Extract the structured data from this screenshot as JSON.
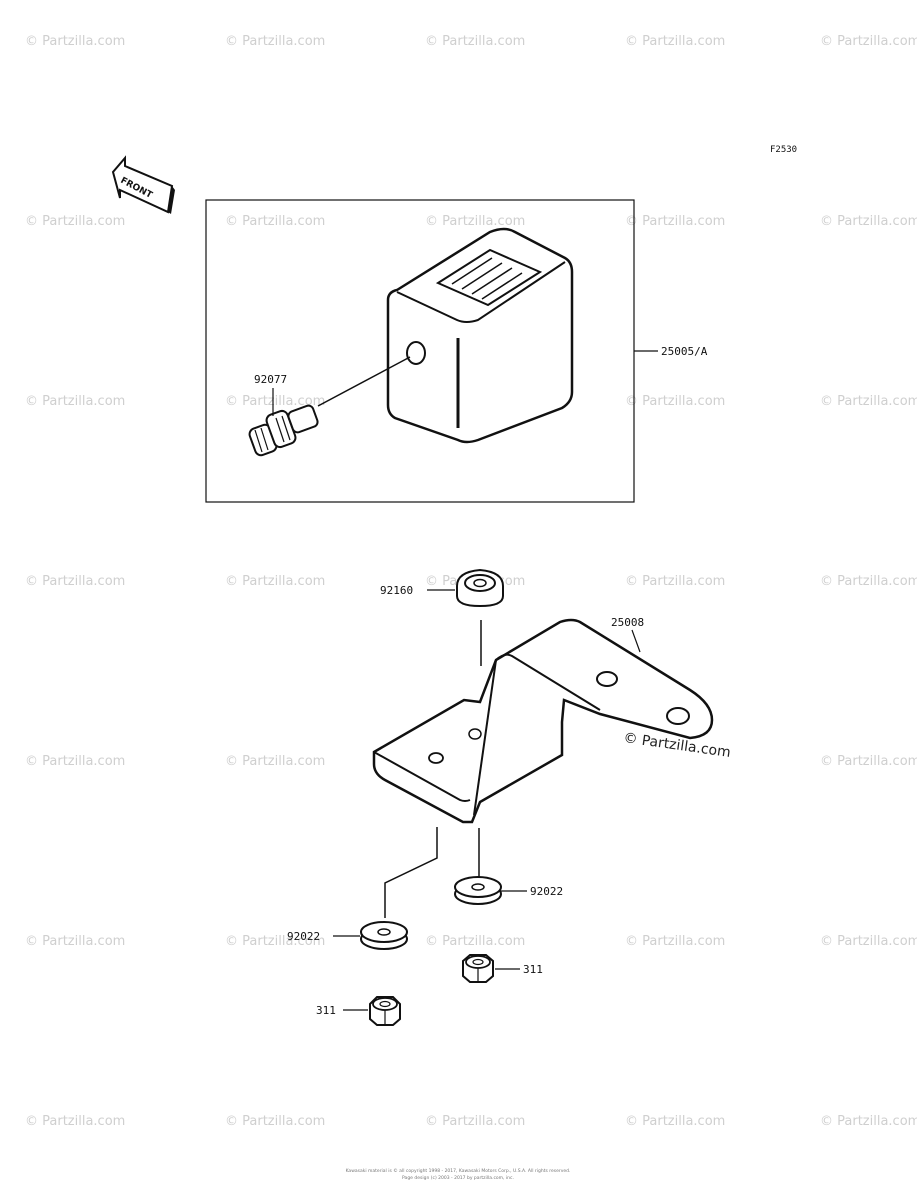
{
  "figure_code": "F2530",
  "front_label": "FRONT",
  "watermark": "© Partzilla.com",
  "footer": {
    "line1": "Kawasaki material is © all copyright 1998 - 2017, Kawasaki Motors Corp., U.S.A. All rights reserved.",
    "line2": "Page design (c) 2003 - 2017 by partzilla.com, inc."
  },
  "callouts": {
    "meter_assy": "25005/A",
    "bulb_socket": "92077",
    "grommet": "92160",
    "bracket": "25008",
    "washer_right": "92022",
    "washer_left": "92022",
    "nut_right": "311",
    "nut_left": "311"
  }
}
